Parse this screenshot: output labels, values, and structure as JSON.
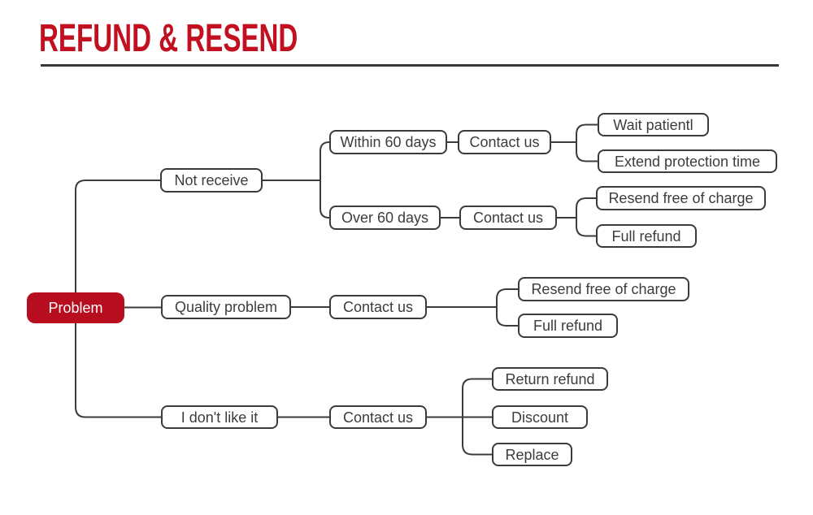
{
  "page": {
    "title": "REFUND & RESEND"
  },
  "colors": {
    "title_red": "#C21021",
    "root_node_red": "#B70D1E",
    "line_gray": "#3B3B3B",
    "divider_gray": "#3A3736",
    "node_text_gray": "#3C3C3C",
    "root_text": "#FFFFFF"
  },
  "diagram": {
    "type": "flowchart-tree",
    "nodes": {
      "problem": {
        "label": "Problem"
      },
      "not_receive": {
        "label": "Not receive"
      },
      "within_60_days": {
        "label": "Within 60 days"
      },
      "contact_us_1": {
        "label": "Contact us"
      },
      "wait_patientl": {
        "label": "Wait patientl"
      },
      "extend_protection_time": {
        "label": "Extend protection time"
      },
      "over_60_days": {
        "label": "Over 60 days"
      },
      "contact_us_2": {
        "label": "Contact us"
      },
      "resend_free_of_charge_1": {
        "label": "Resend free of charge"
      },
      "full_refund_1": {
        "label": "Full refund"
      },
      "quality_problem": {
        "label": "Quality problem"
      },
      "contact_us_3": {
        "label": "Contact us"
      },
      "resend_free_of_charge_2": {
        "label": "Resend free of charge"
      },
      "full_refund_2": {
        "label": "Full refund"
      },
      "i_dont_like_it": {
        "label": "I don't like it"
      },
      "contact_us_4": {
        "label": "Contact us"
      },
      "return_refund": {
        "label": "Return refund"
      },
      "discount": {
        "label": "Discount"
      },
      "replace": {
        "label": "Replace"
      }
    },
    "hierarchy": {
      "Problem": {
        "Not receive": {
          "Within 60 days": {
            "Contact us": [
              "Wait patientl",
              "Extend protection time"
            ]
          },
          "Over 60 days": {
            "Contact us": [
              "Resend free of charge",
              "Full refund"
            ]
          }
        },
        "Quality problem": {
          "Contact us": [
            "Resend free of charge",
            "Full refund"
          ]
        },
        "I don't like it": {
          "Contact us": [
            "Return refund",
            "Discount",
            "Replace"
          ]
        }
      }
    }
  }
}
